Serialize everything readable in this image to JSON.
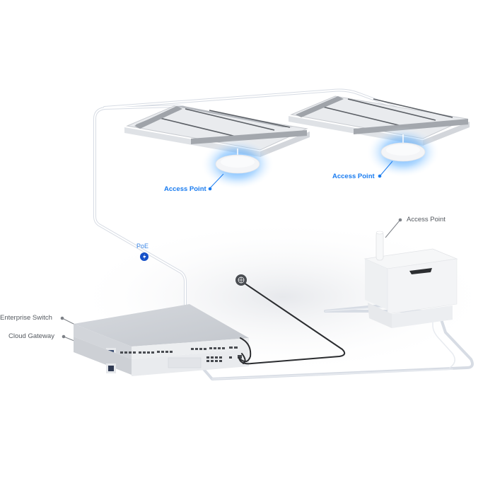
{
  "diagram": {
    "labels": {
      "access_point_1": "Access Point",
      "access_point_2": "Access Point",
      "access_point_3": "Access Point",
      "enterprise_switch": "Enterprise Switch",
      "cloud_gateway": "Cloud Gateway",
      "poe": "PoE"
    },
    "icons": {
      "poe_badge": "lightning-icon",
      "internet_badge": "globe-icon"
    },
    "colors": {
      "accent_blue": "#1a7cf0",
      "poe_badge": "#1450c8",
      "internet_badge": "#4a4d52",
      "cable_white": "#e4e8ee",
      "cable_dark": "#2b2d30",
      "label_gray": "#555a60",
      "glow": "#3c9bff"
    }
  }
}
